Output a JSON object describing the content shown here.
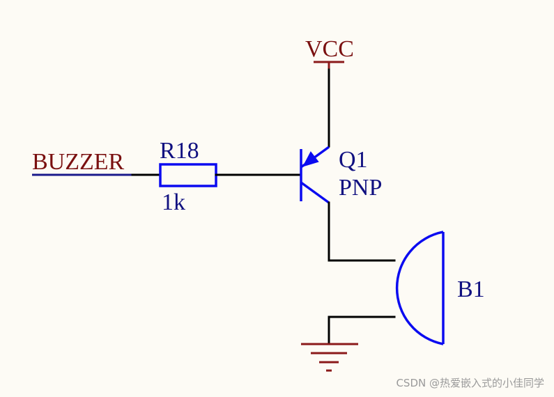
{
  "labels": {
    "vcc": "VCC",
    "buzzer_net": "BUZZER",
    "resistor_ref": "R18",
    "resistor_value": "1k",
    "transistor_ref": "Q1",
    "transistor_type": "PNP",
    "buzzer_ref": "B1"
  },
  "colors": {
    "wire": "#000000",
    "component": "#0b0bf0",
    "power": "#8b1a1a",
    "net": "#1a1a8c",
    "label_dark": "#7a1010",
    "label_blue": "#101080"
  },
  "watermark": "CSDN @热爱嵌入式的小佳同学"
}
